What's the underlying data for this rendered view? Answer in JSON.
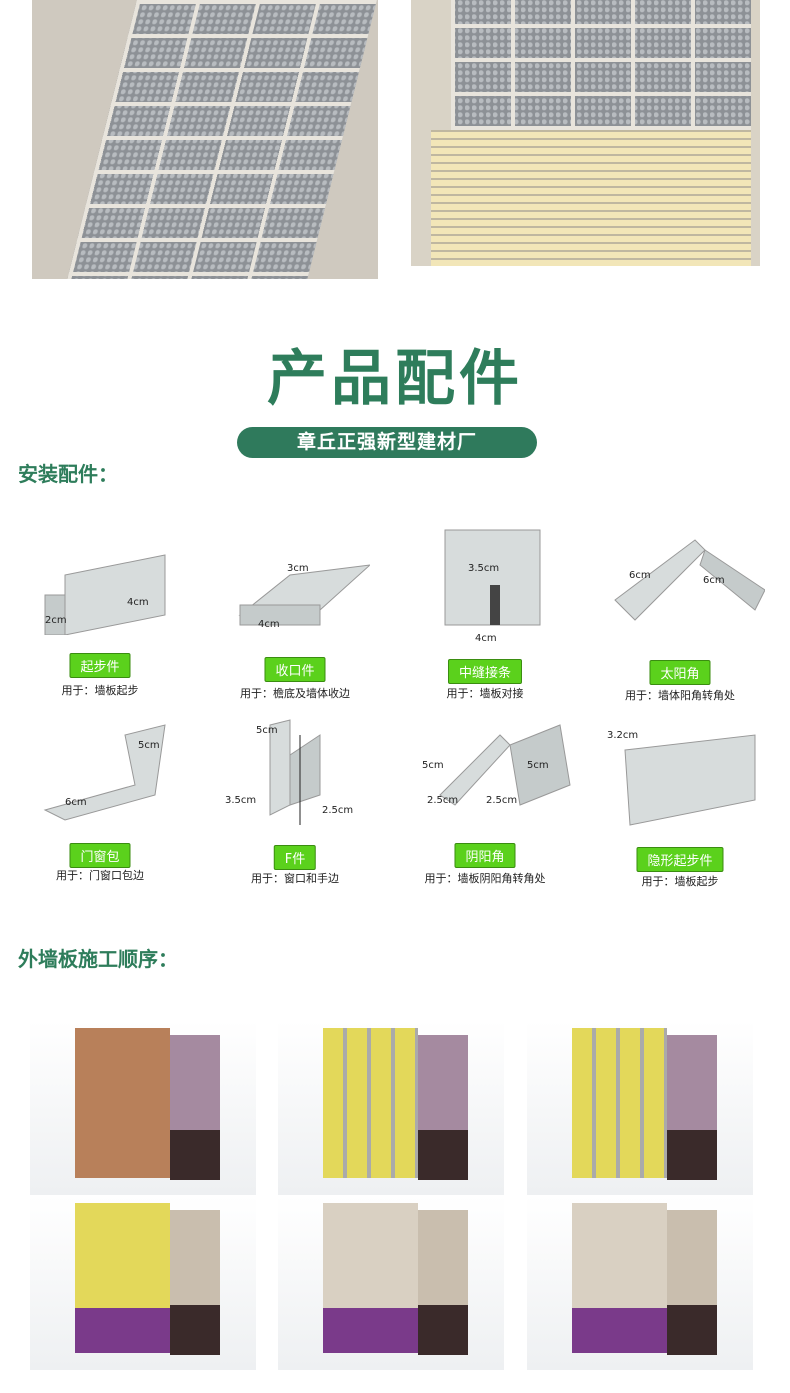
{
  "title": "产品配件",
  "company": "章丘正强新型建材厂",
  "install_section": "安装配件：",
  "construction_section": "外墙板施工顺序：",
  "accessories": [
    {
      "name": "起步件",
      "usage": "用于：墙板起步",
      "dims": [
        "2cm",
        "4cm"
      ]
    },
    {
      "name": "收口件",
      "usage": "用于：檐底及墙体收边",
      "dims": [
        "3cm",
        "4cm"
      ]
    },
    {
      "name": "中缝接条",
      "usage": "用于：墙板对接",
      "dims": [
        "3.5cm",
        "4cm"
      ]
    },
    {
      "name": "太阳角",
      "usage": "用于：墙体阳角转角处",
      "dims": [
        "6cm",
        "6cm"
      ]
    },
    {
      "name": "门窗包",
      "usage": "用于：门窗口包边",
      "dims": [
        "6cm",
        "5cm"
      ]
    },
    {
      "name": "F件",
      "usage": "用于：窗口和手边",
      "dims": [
        "5cm",
        "3.5cm",
        "2.5cm"
      ]
    },
    {
      "name": "阴阳角",
      "usage": "用于：墙板阴阳角转角处",
      "dims": [
        "5cm",
        "5cm",
        "2.5cm",
        "2.5cm"
      ]
    },
    {
      "name": "隐形起步件",
      "usage": "用于：墙板起步",
      "dims": [
        "3.2cm"
      ]
    }
  ]
}
